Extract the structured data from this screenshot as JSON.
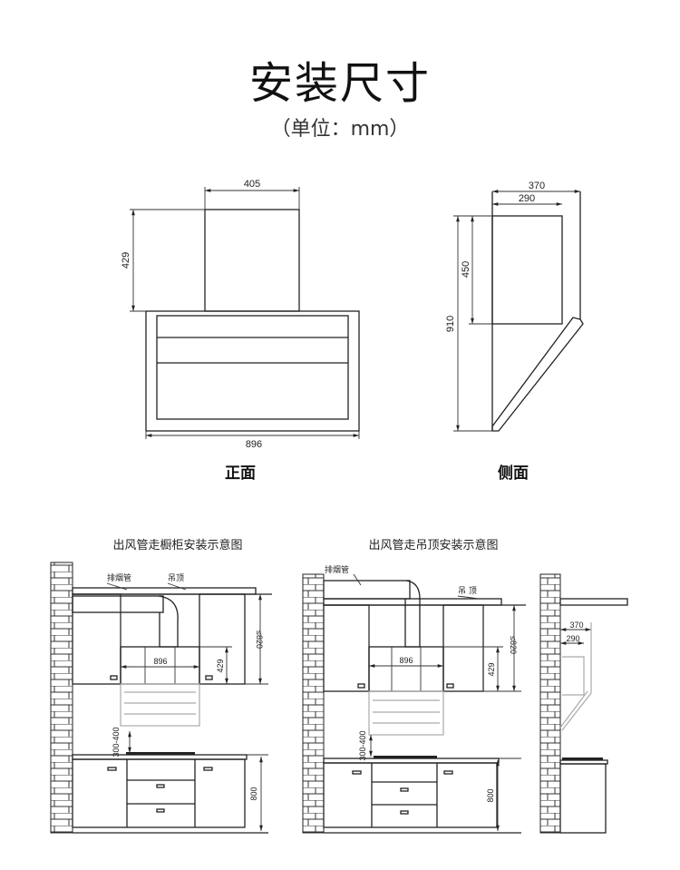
{
  "title": "安装尺寸",
  "subtitle": "（单位：mm）",
  "front_view": {
    "label": "正面",
    "dims": {
      "top_width": "405",
      "top_height": "429",
      "body_width": "896"
    }
  },
  "side_view": {
    "label": "侧面",
    "dims": {
      "depth_total": "370",
      "depth_top": "290",
      "height_total": "910",
      "height_top": "450"
    }
  },
  "cabinet_diagram": {
    "caption": "出风管走橱柜安装示意图",
    "duct_label": "排烟管",
    "ceiling_label": "吊顶",
    "dims": {
      "width": "896",
      "hood_height": "429",
      "max_height": "≤820",
      "clearance": "300-400",
      "counter_height": "800"
    }
  },
  "ceiling_diagram": {
    "caption": "出风管走吊顶安装示意图",
    "duct_label": "排烟管",
    "ceiling_label": "吊 顶",
    "dims": {
      "width": "896",
      "hood_height": "429",
      "max_height": "≤820",
      "clearance": "300-400",
      "counter_height": "800"
    }
  },
  "side_diagram": {
    "dims": {
      "depth_total": "370",
      "depth_top": "290"
    }
  }
}
